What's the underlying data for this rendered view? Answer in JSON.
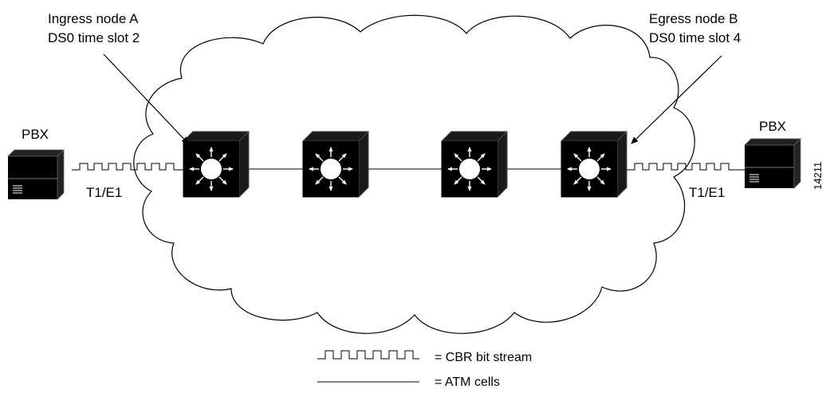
{
  "diagram": {
    "labels": {
      "ingress_line1": "Ingress node A",
      "ingress_line2": "DS0 time slot 2",
      "egress_line1": "Egress node B",
      "egress_line2": "DS0 time slot 4",
      "pbx_left": "PBX",
      "pbx_right": "PBX",
      "trunk_left": "T1/E1",
      "trunk_right": "T1/E1",
      "figure_number": "14211"
    },
    "legend": {
      "cbr_label": "= CBR bit stream",
      "atm_label": "= ATM cells"
    },
    "colors": {
      "ink": "#000000",
      "paper": "#ffffff"
    },
    "icons": {
      "pbx": "pbx-icon",
      "switch": "atm-switch-icon"
    }
  }
}
